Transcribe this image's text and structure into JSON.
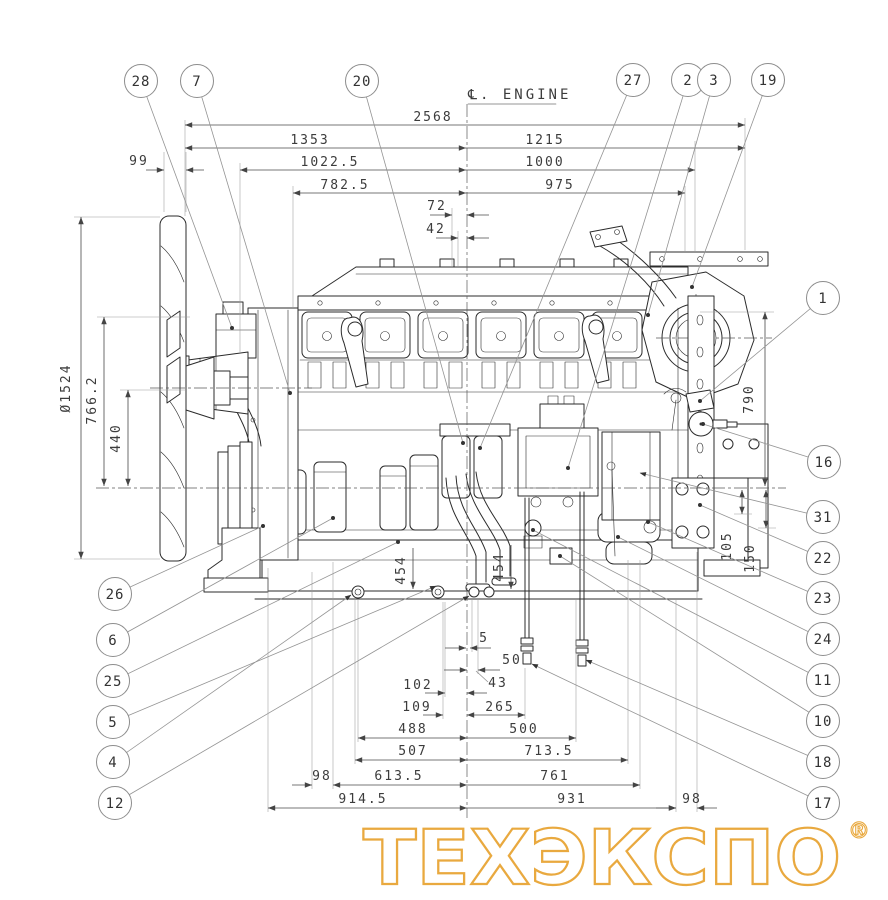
{
  "drawing": {
    "type": "engine-outline-drawing",
    "centerline_label": "℄. ENGINE",
    "watermark": "ТЕХЭКСПО",
    "watermark_mark": "®",
    "watermark_color": "#E9A93F"
  },
  "callouts": {
    "c1": "1",
    "c2": "2",
    "c3": "3",
    "c4": "4",
    "c5": "5",
    "c6": "6",
    "c7": "7",
    "c10": "10",
    "c11": "11",
    "c12": "12",
    "c16": "16",
    "c17": "17",
    "c18": "18",
    "c19": "19",
    "c20": "20",
    "c22": "22",
    "c23": "23",
    "c24": "24",
    "c25": "25",
    "c26": "26",
    "c27": "27",
    "c28": "28",
    "c31": "31"
  },
  "dimensions": {
    "top": {
      "overall_length": "2568",
      "front_to_cl": "1353",
      "cl_to_rear": "1215",
      "fan_width": "99",
      "front_1022_5": "1022.5",
      "cl_1000": "1000",
      "front_782_5": "782.5",
      "cl_975": "975",
      "cl_72": "72",
      "cl_42": "42"
    },
    "left": {
      "fan_diameter": "Ø1524",
      "h_766_2": "766.2",
      "h_440": "440"
    },
    "right": {
      "h_790": "790",
      "o_105": "105",
      "o_150": "150"
    },
    "bottom": {
      "depth_l": "454",
      "depth_r": "454",
      "cl_5": "5",
      "cl_50": "50",
      "cl_43": "43",
      "cl_102": "102",
      "cl_109": "109",
      "cl_265": "265",
      "l_488": "488",
      "r_500": "500",
      "l_507": "507",
      "r_713_5": "713.5",
      "l_98": "98",
      "l_613_5": "613.5",
      "r_761": "761",
      "l_914_5": "914.5",
      "r_931": "931",
      "rear_98": "98"
    }
  }
}
